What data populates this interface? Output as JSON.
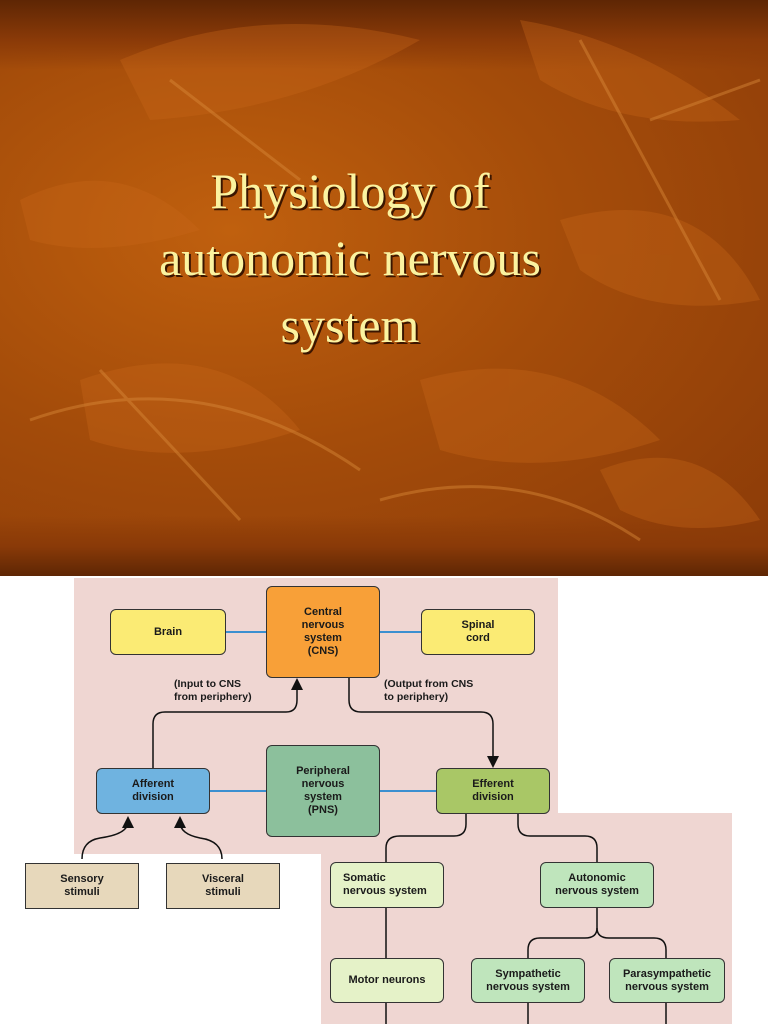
{
  "slide": {
    "title_lines": [
      "Physiology of",
      "autonomic nervous",
      "system"
    ]
  },
  "diagram": {
    "nodes": {
      "brain": "Brain",
      "cns": "Central\nnervous\nsystem\n(CNS)",
      "spinal_cord": "Spinal\ncord",
      "afferent": "Afferent\ndivision",
      "pns": "Peripheral\nnervous\nsystem\n(PNS)",
      "efferent": "Efferent\ndivision",
      "sensory": "Sensory\nstimuli",
      "visceral": "Visceral\nstimuli",
      "somatic": "Somatic\nnervous system",
      "autonomic": "Autonomic\nnervous system",
      "motor": "Motor neurons",
      "sympathetic": "Sympathetic\nnervous system",
      "parasympathetic": "Parasympathetic\nnervous system"
    },
    "notes": {
      "input": "(Input to CNS\nfrom periphery)",
      "output": "(Output from CNS\nto periphery)"
    },
    "colors": {
      "connector_blue": "#3b8fd0",
      "connector_black": "#111111",
      "panel": "#efd6d2"
    }
  }
}
